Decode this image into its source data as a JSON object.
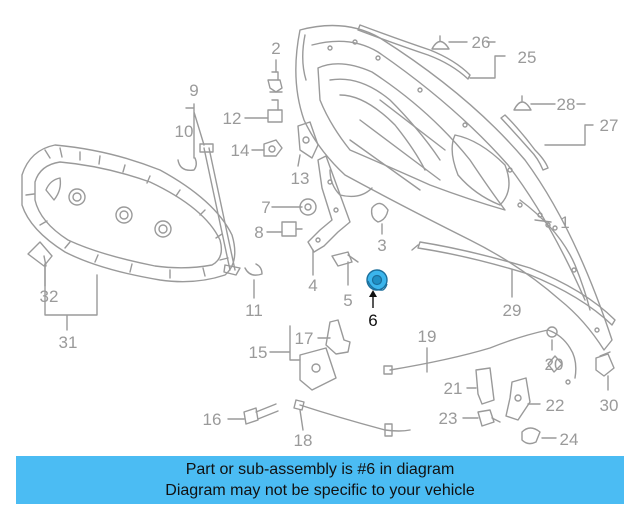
{
  "colors": {
    "line": "#9a9a9a",
    "highlight": "#3bb5ec",
    "banner_bg": "#4bbcf3",
    "text_highlight": "#111111"
  },
  "diagram": {
    "callouts": [
      "1",
      "2",
      "3",
      "4",
      "5",
      "6",
      "7",
      "8",
      "9",
      "10",
      "11",
      "12",
      "13",
      "14",
      "15",
      "16",
      "17",
      "18",
      "19",
      "20",
      "21",
      "22",
      "23",
      "24",
      "25",
      "26",
      "27",
      "28",
      "29",
      "30",
      "31",
      "32"
    ],
    "highlighted_part": "6"
  },
  "banner": {
    "line1": "Part or sub-assembly is #6 in diagram",
    "line2": "Diagram may not be specific to your vehicle"
  }
}
